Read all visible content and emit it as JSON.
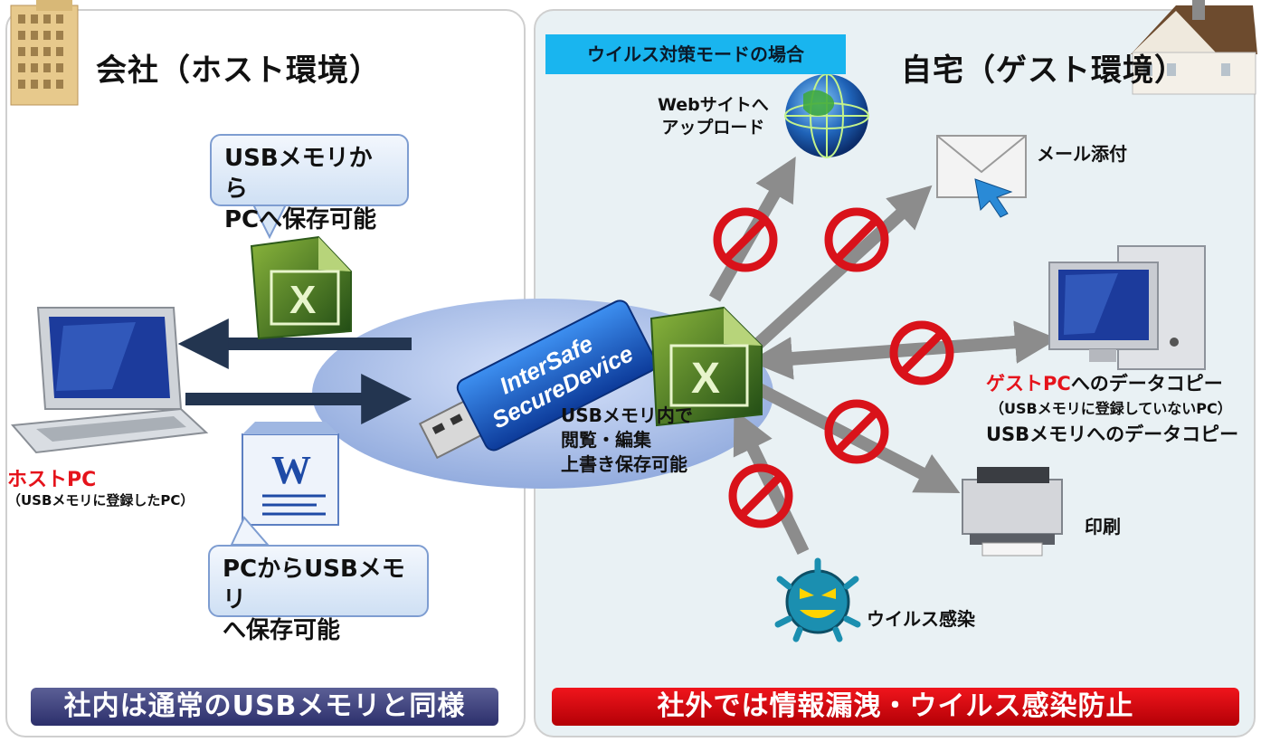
{
  "left": {
    "title": "会社（ホスト環境）",
    "bubble_top": [
      "USBメモリから",
      "PCへ保存可能"
    ],
    "bubble_bottom": [
      "PCからUSBメモリ",
      "へ保存可能"
    ],
    "host_pc_label": "ホストPC",
    "host_pc_sub": "（USBメモリに登録したPC）",
    "banner": "社内は通常のUSBメモリと同様"
  },
  "right": {
    "mode_label": "ウイルス対策モードの場合",
    "title": "自宅（ゲスト環境）",
    "usb_caption": [
      "USBメモリ内で",
      "閲覧・編集",
      "上書き保存可能"
    ],
    "web_upload": [
      "Webサイトへ",
      "アップロード"
    ],
    "mail": "メール添付",
    "guest_pc_red": "ゲストPC",
    "guest_pc_rest": "へのデータコピー",
    "guest_pc_sub": "（USBメモリに登録していないPC）",
    "usb_copy": "USBメモリへのデータコピー",
    "print": "印刷",
    "virus": "ウイルス感染",
    "banner": "社外では情報漏洩・ウイルス感染防止"
  },
  "usb_brand": [
    "InterSafe",
    "SecureDevice"
  ],
  "excel_letter": "X",
  "word_letter": "W",
  "colors": {
    "banner_left": "#2c2f6b",
    "banner_right": "#d0000a",
    "mode_label": "#19b5ef",
    "prohibit": "#d9121a",
    "arrow_dark": "#233550",
    "arrow_gray": "#8c8c8c"
  }
}
